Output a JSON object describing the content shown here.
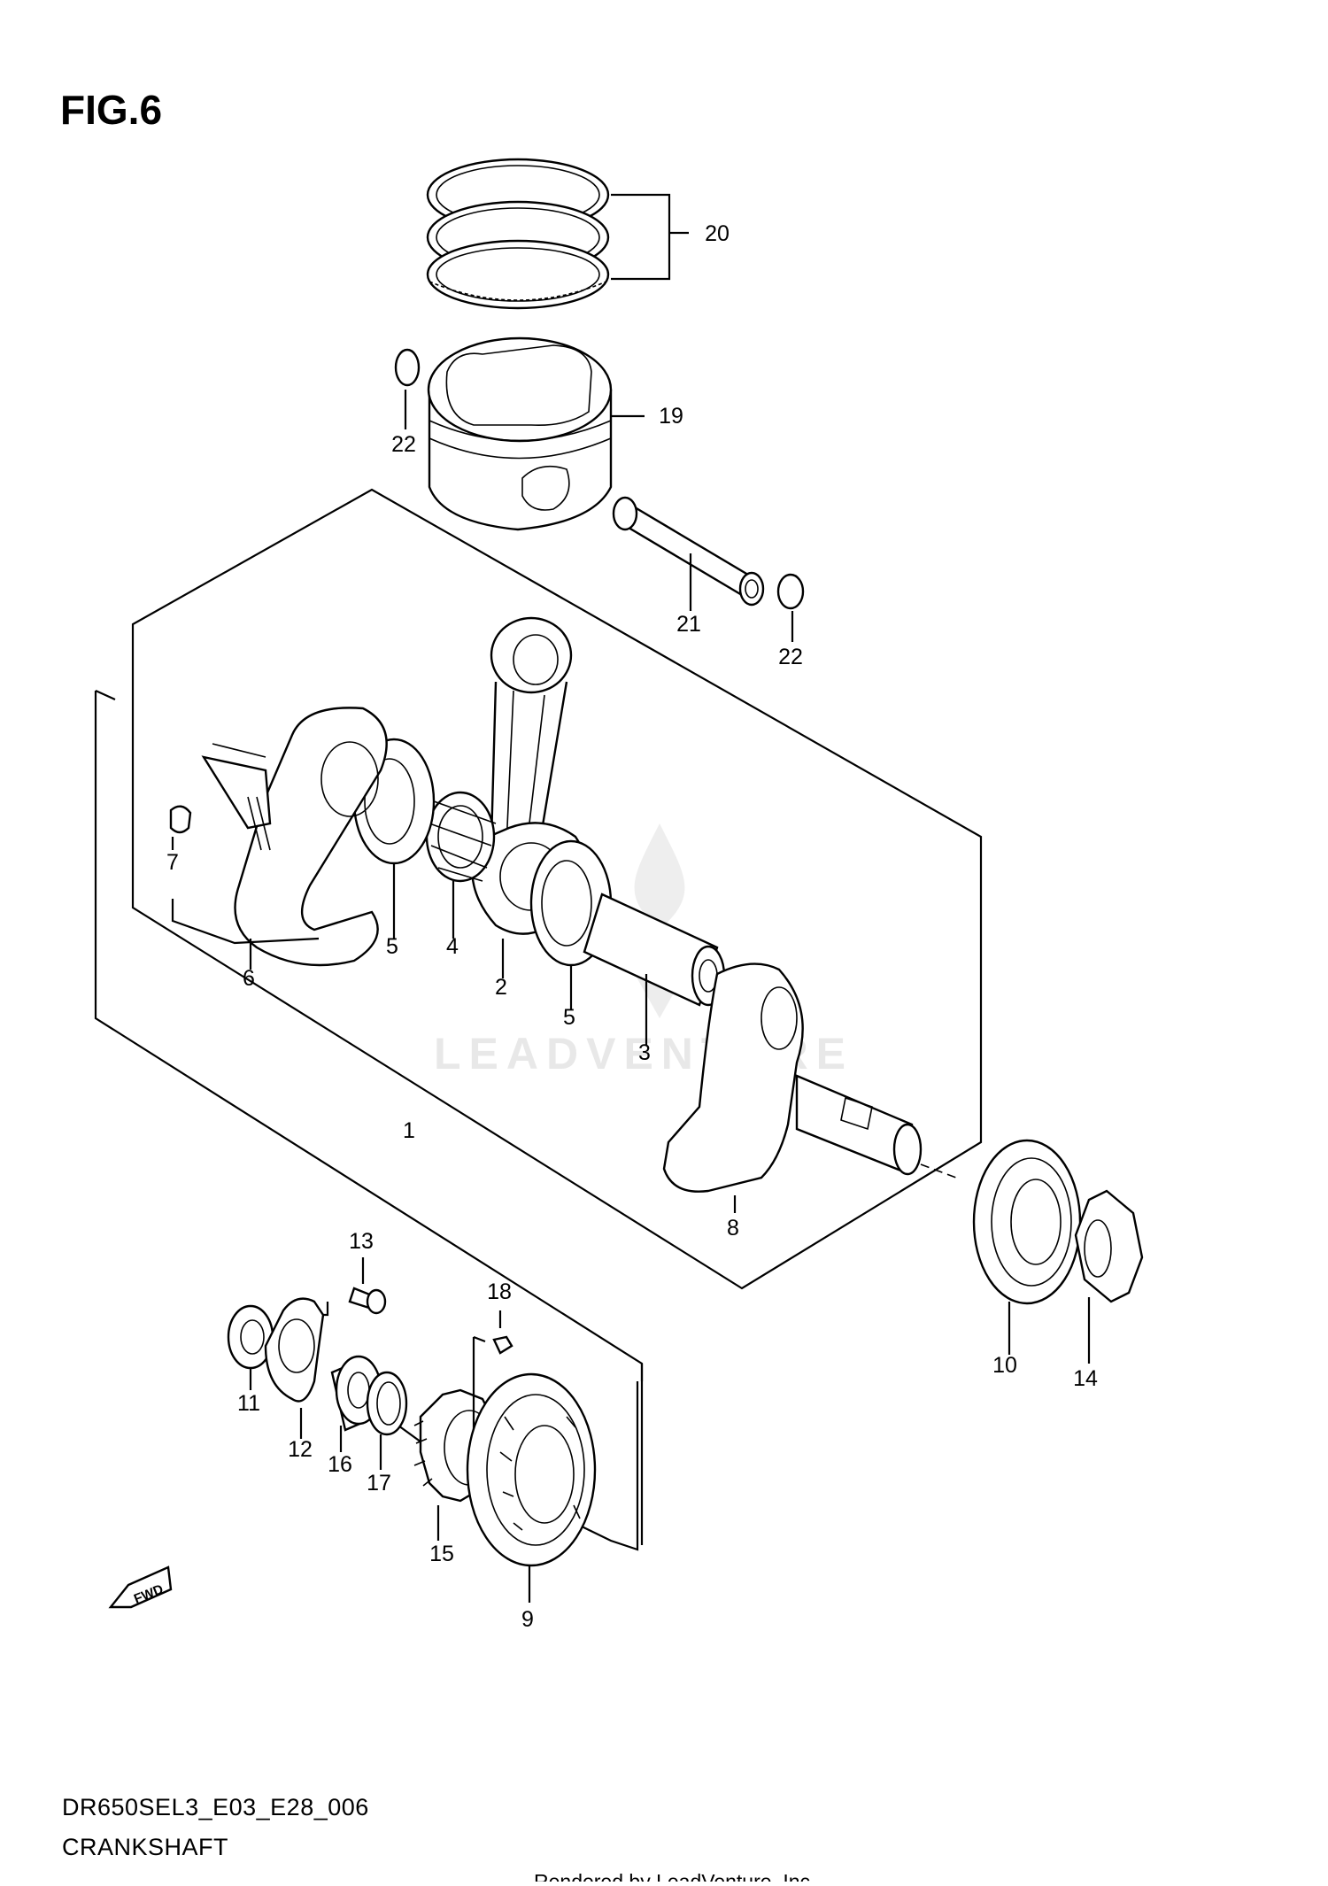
{
  "figure": {
    "title": "FIG.6",
    "model_code": "DR650SEL3_E03_E28_006",
    "assembly_name": "CRANKSHAFT",
    "render_credit": "Rendered by LeadVenture, Inc.",
    "watermark_text": "LEADVENTURE",
    "fwd_label": "FWD"
  },
  "callouts": [
    {
      "id": "1",
      "part": "crankshaft-assembly"
    },
    {
      "id": "2",
      "part": "connecting-rod"
    },
    {
      "id": "3",
      "part": "crank-pin"
    },
    {
      "id": "4",
      "part": "needle-bearing"
    },
    {
      "id": "5",
      "part": "thrust-washer"
    },
    {
      "id": "6",
      "part": "crank-web-left"
    },
    {
      "id": "7",
      "part": "dowel-pin"
    },
    {
      "id": "8",
      "part": "crank-web-right"
    },
    {
      "id": "9",
      "part": "left-crank-bearing"
    },
    {
      "id": "10",
      "part": "right-crank-bearing"
    },
    {
      "id": "11",
      "part": "oil-seal"
    },
    {
      "id": "12",
      "part": "retainer-plate"
    },
    {
      "id": "13",
      "part": "screw"
    },
    {
      "id": "14",
      "part": "nut"
    },
    {
      "id": "15",
      "part": "primary-drive-gear"
    },
    {
      "id": "16",
      "part": "spacer"
    },
    {
      "id": "17",
      "part": "o-ring"
    },
    {
      "id": "18",
      "part": "key"
    },
    {
      "id": "19",
      "part": "piston"
    },
    {
      "id": "20",
      "part": "piston-ring-set"
    },
    {
      "id": "21",
      "part": "piston-pin"
    },
    {
      "id": "22",
      "part": "circlip"
    }
  ],
  "colors": {
    "line": "#000000",
    "background": "#ffffff",
    "watermark": "#e6e6e6"
  }
}
